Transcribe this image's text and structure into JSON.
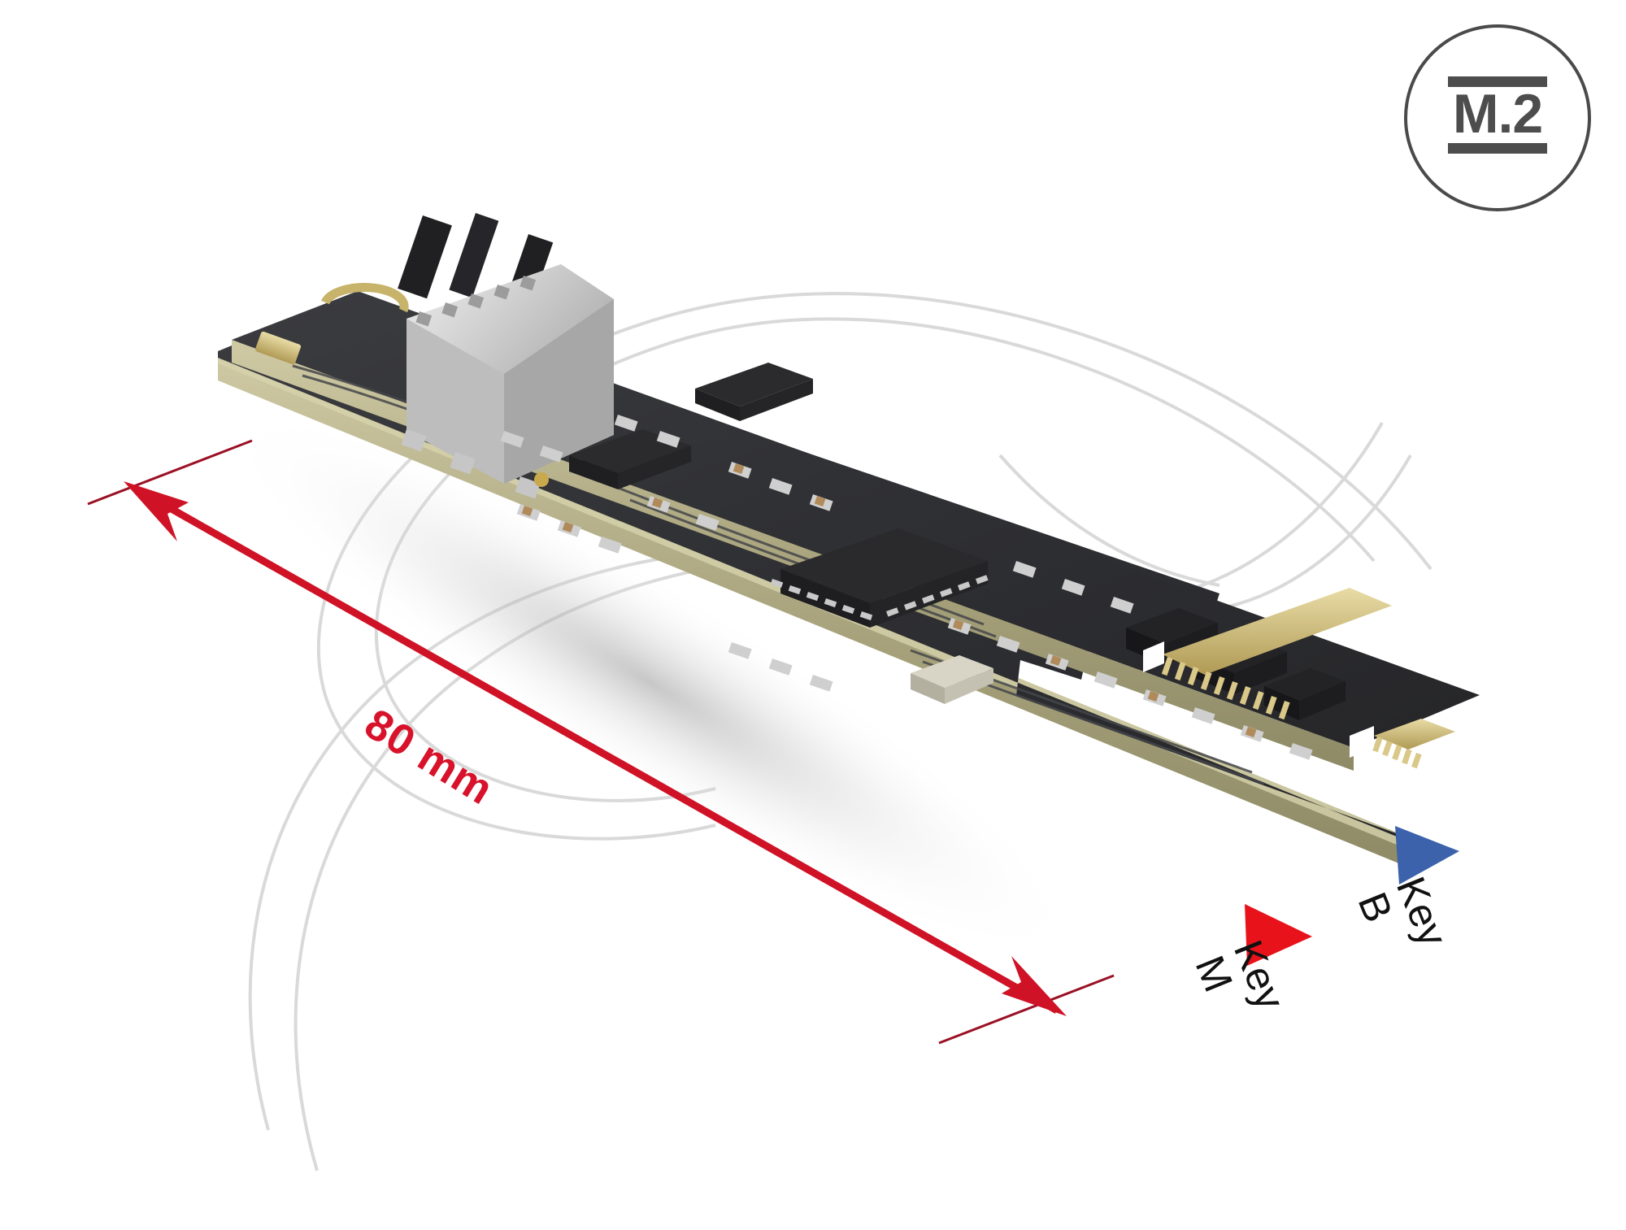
{
  "product": {
    "type": "M.2 adapter card",
    "board_color": "#2f3033",
    "pcb_edge_color": "#b5b28a"
  },
  "badge": {
    "label": "M.2",
    "icon": "m2-standard-badge",
    "border_color": "#4a4a4a",
    "text_color": "#4d4d4d"
  },
  "dimension": {
    "label": "80 mm",
    "value": 80,
    "unit": "mm",
    "color": "#d7122a",
    "line_style": "double-arrow"
  },
  "callouts": [
    {
      "id": "key-m",
      "line1": "Key",
      "line2": "M",
      "arrow_color": "#e8131a",
      "text_color": "#111111"
    },
    {
      "id": "key-b",
      "line1": "Key",
      "line2": "B",
      "arrow_color": "#3b62aa",
      "text_color": "#111111"
    }
  ],
  "colors": {
    "red": "#d7122a",
    "arrow_red": "#e8131a",
    "blue": "#3b62aa",
    "watermark": "#d8d8d8",
    "background": "#ffffff"
  }
}
